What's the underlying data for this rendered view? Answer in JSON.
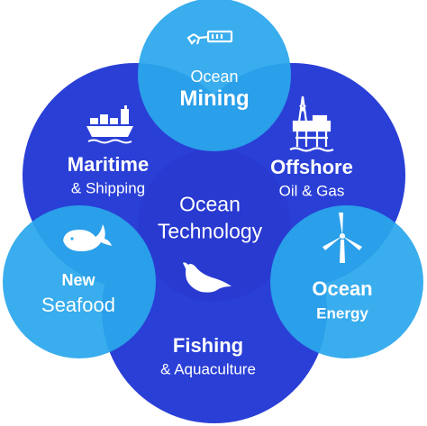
{
  "colors": {
    "deep_blue": "#2a3fd6",
    "deep_blue_dark": "#2433c4",
    "light_blue": "#2aa7ec",
    "light_blue_dark": "#1f95dd",
    "white": "#ffffff"
  },
  "center": {
    "line1": "Ocean",
    "line2": "Technology"
  },
  "sectors": {
    "ocean_mining": {
      "line1": "Ocean",
      "line2": "Mining",
      "icon": "mining-robot-icon"
    },
    "offshore": {
      "line1": "Offshore",
      "line2": "Oil & Gas",
      "icon": "oil-rig-icon"
    },
    "ocean_energy": {
      "line1": "Ocean",
      "line2": "Energy",
      "icon": "wind-turbine-icon"
    },
    "fishing": {
      "line1": "Fishing",
      "line2": "& Aquaculture",
      "icon": "fish-icon"
    },
    "new_seafood": {
      "line1": "New",
      "line2": "Seafood",
      "icon": "whale-icon"
    },
    "maritime": {
      "line1": "Maritime",
      "line2": "& Shipping",
      "icon": "cargo-ship-icon"
    }
  }
}
